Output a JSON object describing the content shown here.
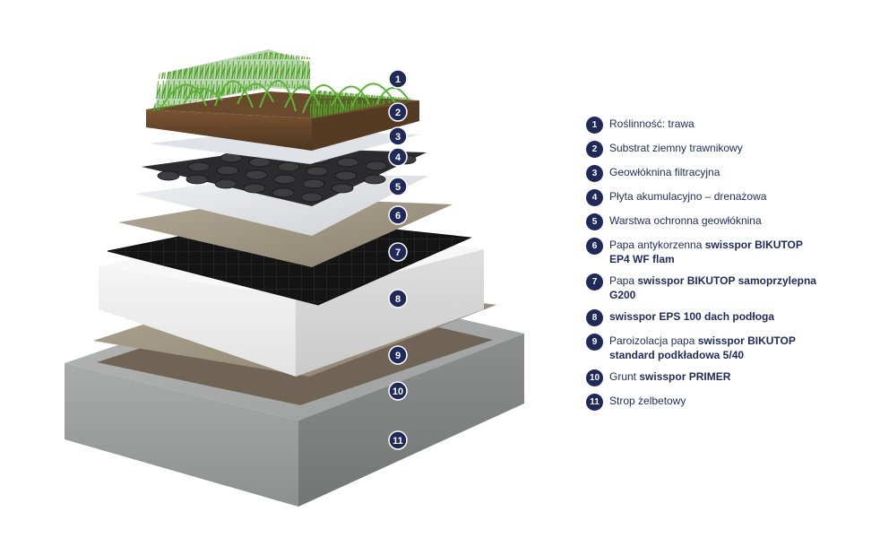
{
  "colors": {
    "badge": "#1f2a5a",
    "text": "#1f2a5a",
    "grass": "#4f9a2a",
    "soil": "#6b4a2b",
    "geotextile": "#e3e5e8",
    "drainage": "#2b2b2d",
    "antiroot_membrane": "#9c9180",
    "membrane_black": "#151515",
    "eps": "#f2f2f2",
    "vapour_barrier": "#9a8f7c",
    "primer": "#75695a",
    "concrete": "#a4a6a6"
  },
  "layers": [
    {
      "n": "1",
      "text": "Roślinność: trawa",
      "bold": ""
    },
    {
      "n": "2",
      "text": "Substrat ziemny trawnikowy",
      "bold": ""
    },
    {
      "n": "3",
      "text": "Geowłóknina filtracyjna",
      "bold": ""
    },
    {
      "n": "4",
      "text": "Płyta akumulacyjno – drenażowa",
      "bold": ""
    },
    {
      "n": "5",
      "text": "Warstwa ochronna geowłóknina",
      "bold": ""
    },
    {
      "n": "6",
      "text": "Papa antykorzenna ",
      "bold": "swisspor BIKUTOP EP4 WF flam"
    },
    {
      "n": "7",
      "text": "Papa ",
      "bold": "swisspor BIKUTOP samoprzylepna G200"
    },
    {
      "n": "8",
      "text": "",
      "bold": "swisspor EPS 100 dach podłoga"
    },
    {
      "n": "9",
      "text": "Paroizolacja papa ",
      "bold": "swisspor BIKUTOP standard podkładowa 5/40"
    },
    {
      "n": "10",
      "text": "Grunt ",
      "bold": "swisspor PRIMER"
    },
    {
      "n": "11",
      "text": "Strop żelbetowy",
      "bold": ""
    }
  ]
}
